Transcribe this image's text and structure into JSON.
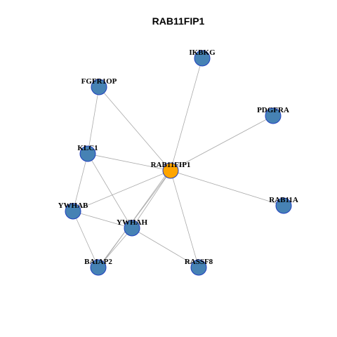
{
  "title": "RAB11FIP1",
  "colors": {
    "hub_fill": "#ffa500",
    "node_fill": "#4682b4",
    "node_stroke": "#1f3fbf",
    "edge": "#aaaaaa"
  },
  "nodes": [
    {
      "id": "RAB11FIP1",
      "label": "RAB11FIP1",
      "hub": true
    },
    {
      "id": "IKBKG",
      "label": "IKBKG",
      "hub": false
    },
    {
      "id": "FGFR1OP",
      "label": "FGFR1OP",
      "hub": false
    },
    {
      "id": "PDGFRA",
      "label": "PDGFRA",
      "hub": false
    },
    {
      "id": "KLC1",
      "label": "KLC1",
      "hub": false
    },
    {
      "id": "YWHAB",
      "label": "YWHAB",
      "hub": false
    },
    {
      "id": "YWHAH",
      "label": "YWHAH",
      "hub": false
    },
    {
      "id": "RAB11A",
      "label": "RAB11A",
      "hub": false
    },
    {
      "id": "BAIAP2",
      "label": "BAIAP2",
      "hub": false
    },
    {
      "id": "RASSF8",
      "label": "RASSF8",
      "hub": false
    }
  ],
  "edges": [
    [
      "RAB11FIP1",
      "IKBKG"
    ],
    [
      "RAB11FIP1",
      "FGFR1OP"
    ],
    [
      "RAB11FIP1",
      "PDGFRA"
    ],
    [
      "RAB11FIP1",
      "KLC1"
    ],
    [
      "RAB11FIP1",
      "YWHAB"
    ],
    [
      "RAB11FIP1",
      "YWHAH"
    ],
    [
      "RAB11FIP1",
      "RAB11A"
    ],
    [
      "RAB11FIP1",
      "BAIAP2"
    ],
    [
      "RAB11FIP1",
      "RASSF8"
    ],
    [
      "FGFR1OP",
      "KLC1"
    ],
    [
      "KLC1",
      "YWHAB"
    ],
    [
      "KLC1",
      "YWHAH"
    ],
    [
      "YWHAB",
      "YWHAH"
    ],
    [
      "YWHAB",
      "BAIAP2"
    ],
    [
      "YWHAH",
      "BAIAP2"
    ],
    [
      "YWHAH",
      "RASSF8"
    ]
  ]
}
